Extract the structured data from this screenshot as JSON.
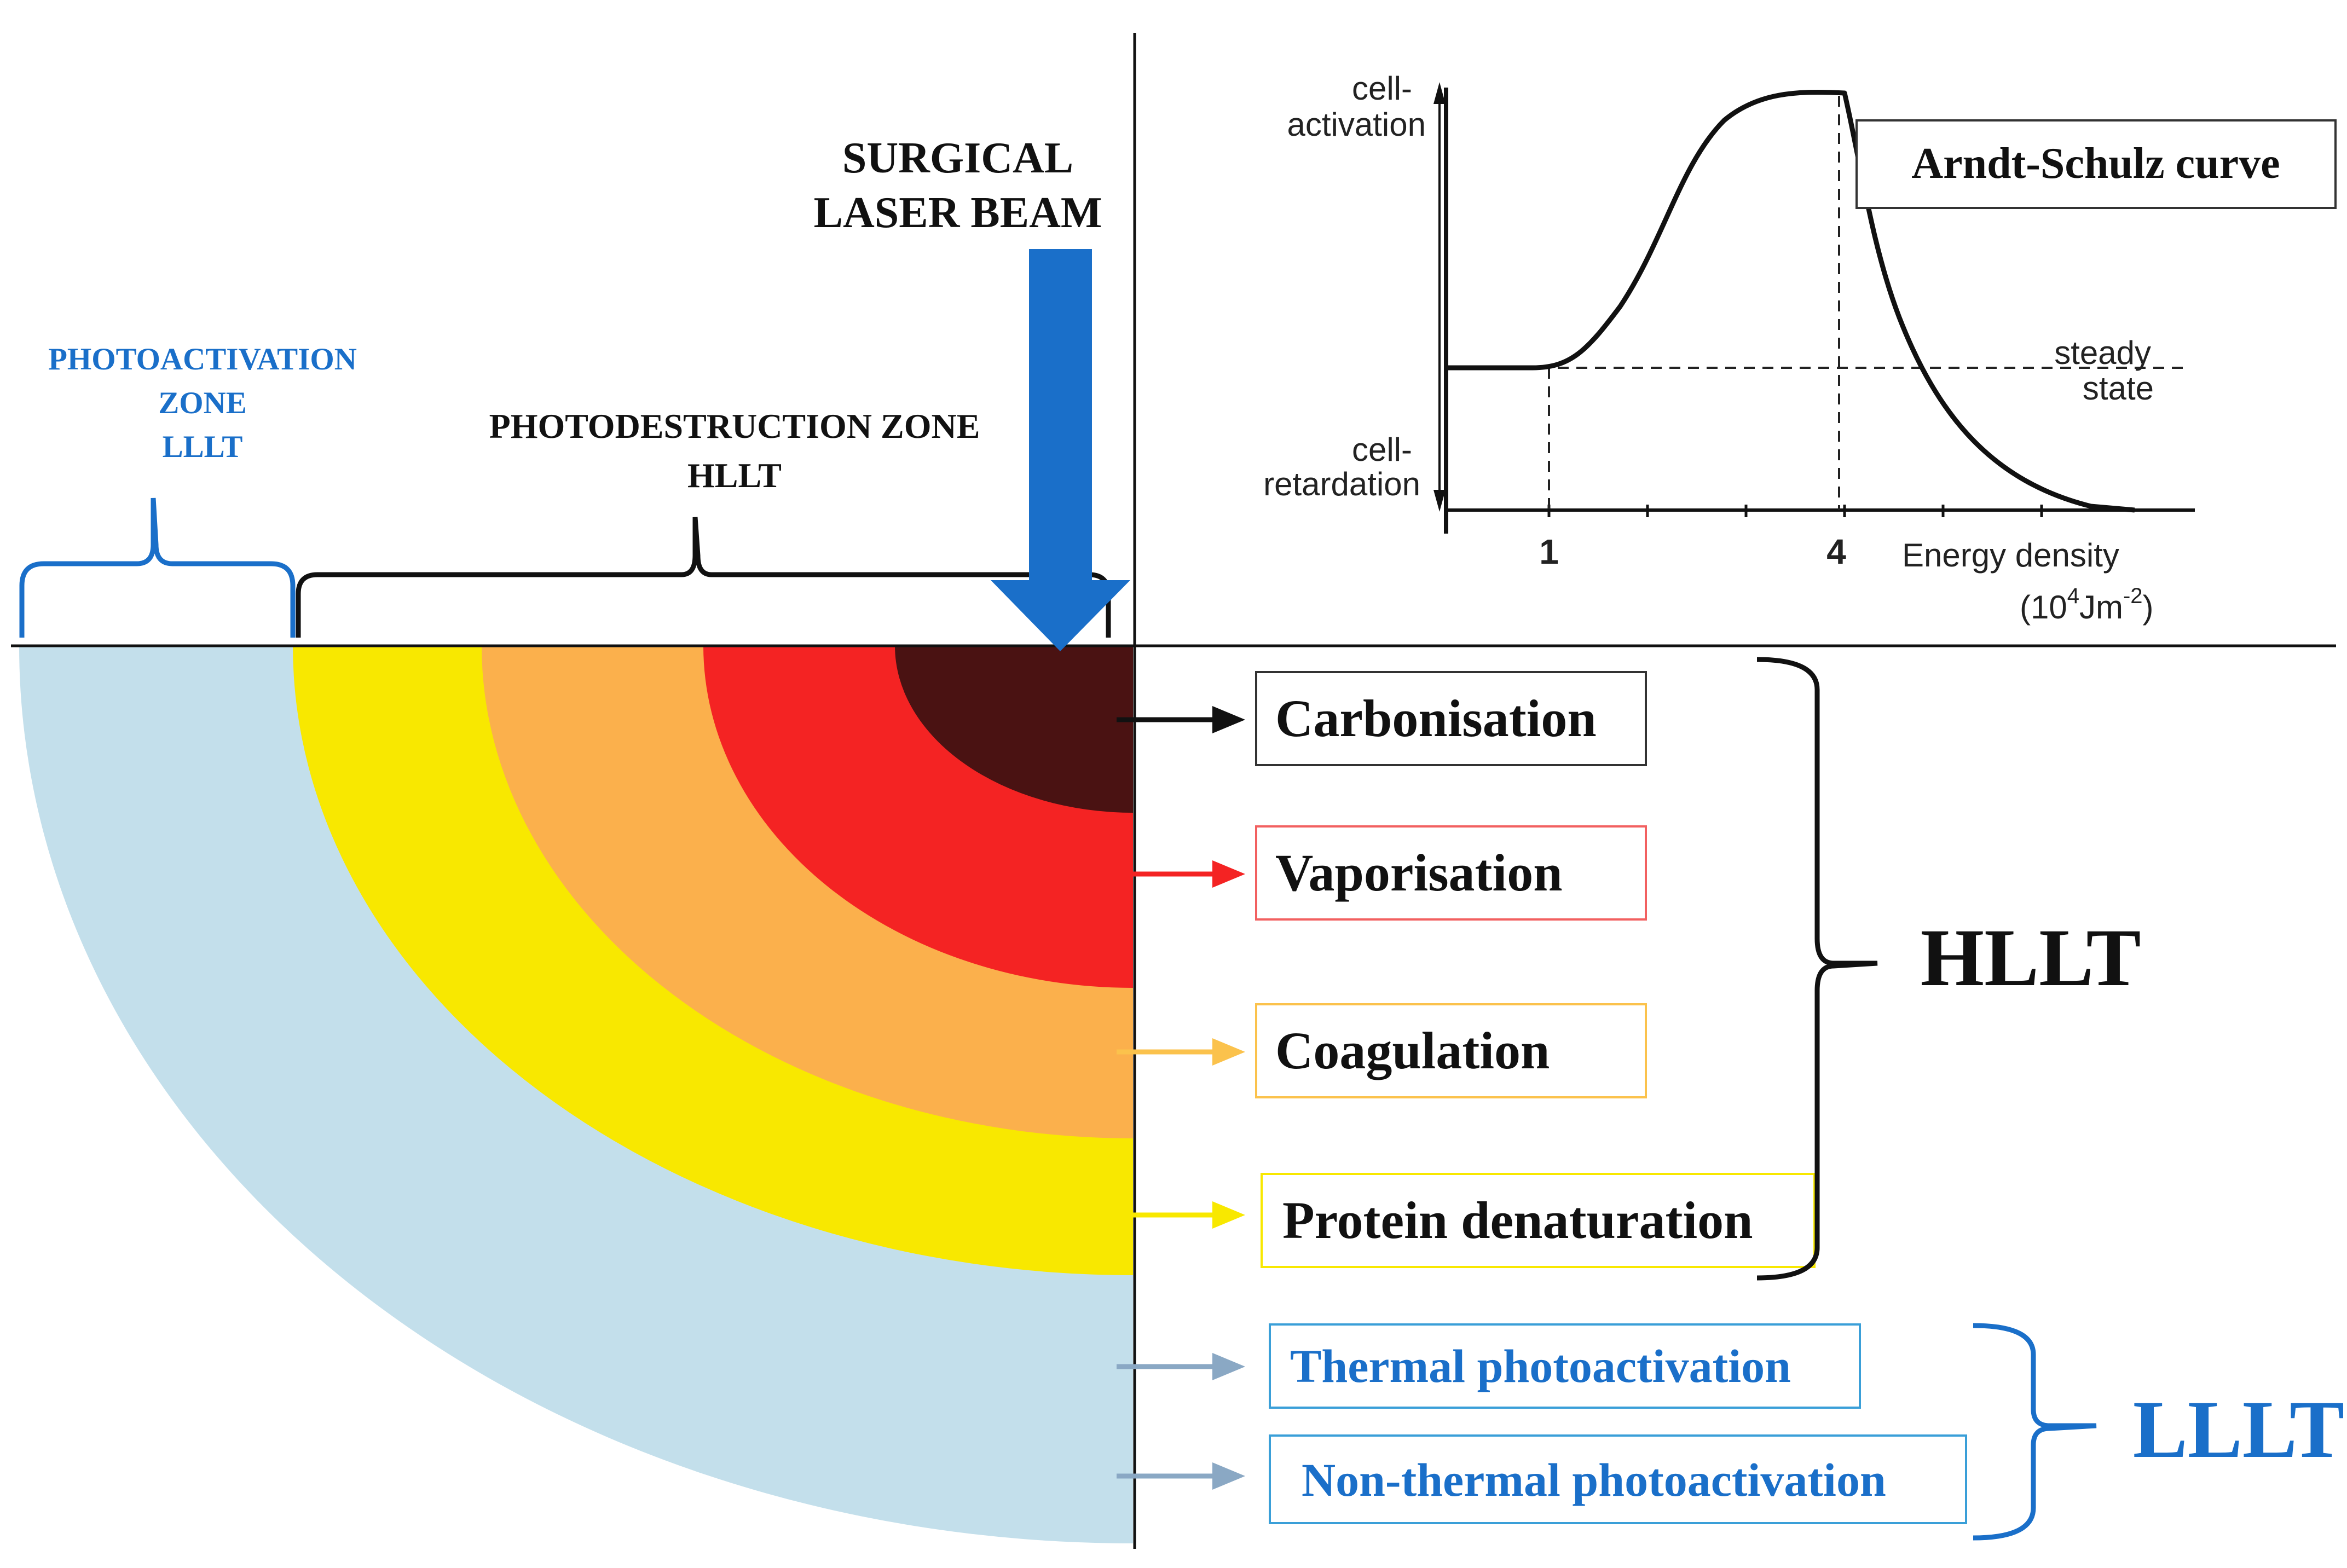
{
  "top_left": {
    "beam_label_line1": "SURGICAL",
    "beam_label_line2": "LASER BEAM",
    "photoactivation_line1": "PHOTOACTIVATION",
    "photoactivation_line2": "ZONE",
    "photoactivation_line3": "LLLT",
    "photodestruction_line1": "PHOTODESTRUCTION ZONE",
    "photodestruction_line2": "HLLT"
  },
  "graph": {
    "title": "Arndt-Schulz curve",
    "y_top_line1": "cell-",
    "y_top_line2": "activation",
    "y_bottom_line1": "cell-",
    "y_bottom_line2": "retardation",
    "steady_line1": "steady",
    "steady_line2": "state",
    "tick_1": "1",
    "tick_4": "4",
    "x_label_line1": "Energy density",
    "x_label_unit_prefix": "(10",
    "x_label_unit_exp": "4",
    "x_label_unit_mid": "Jm",
    "x_label_unit_exp2": "-2",
    "x_label_unit_suffix": ")"
  },
  "effects": {
    "carbonisation": "Carbonisation",
    "vaporisation": "Vaporisation",
    "coagulation": "Coagulation",
    "protein_denaturation": "Protein denaturation",
    "thermal_photoactivation": "Thermal photoactivation",
    "non_thermal_photoactivation": "Non-thermal photoactivation",
    "hllt": "HLLT",
    "lllt": "LLLT"
  },
  "colors": {
    "carbon": "#4a1212",
    "red": "#f42323",
    "orange": "#fbb04c",
    "yellow": "#f8e800",
    "lightblue": "#c3dfeb",
    "beam": "#1a6fc9",
    "blue_text": "#1a6fc9",
    "gray_arrow": "#8aa8c4"
  }
}
